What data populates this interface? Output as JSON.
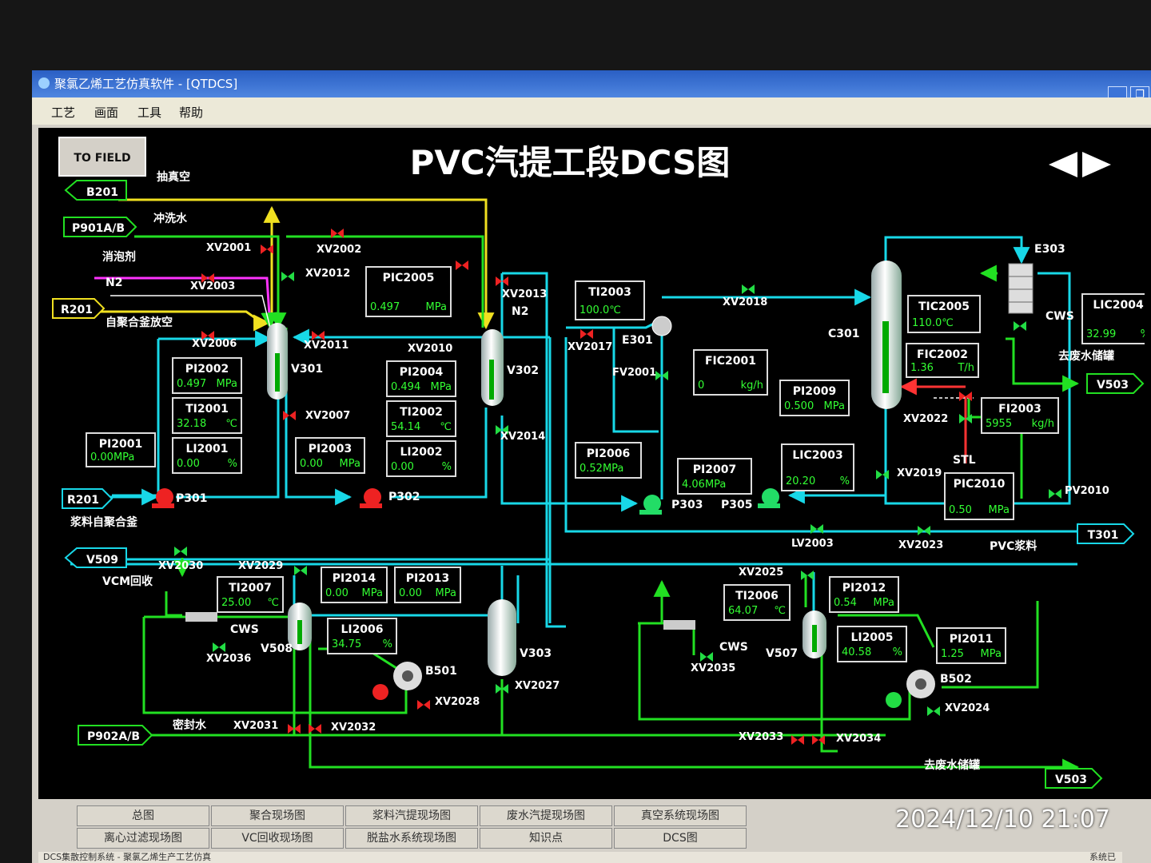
{
  "window": {
    "title": "聚氯乙烯工艺仿真软件 - [QTDCS]",
    "menu": [
      "工艺",
      "画面",
      "工具",
      "帮助"
    ]
  },
  "page": {
    "title": "PVC汽提工段DCS图",
    "to_field_button": "TO FIELD"
  },
  "terminals": {
    "b201": "B201",
    "p901": "P901A/B",
    "r201_top": "R201",
    "r201_bottom": "R201",
    "v509": "V509",
    "p902": "P902A/B",
    "v503_right": "V503",
    "t301": "T301",
    "v503_bottom": "V503"
  },
  "stream_labels": {
    "vacuum": "抽真空",
    "flush_water": "冲洗水",
    "defoamer": "消泡剂",
    "n2_left": "N2",
    "vent_from_reactor": "自聚合釜放空",
    "n2_v302": "N2",
    "slurry_from_reactor": "浆料自聚合釜",
    "vcm_recovery": "VCM回收",
    "seal_water": "密封水",
    "to_wastewater_top": "去废水储罐",
    "pvc_slurry": "PVC浆料",
    "to_wastewater_bottom": "去废水储罐",
    "cws_c301": "CWS",
    "cws_v508": "CWS",
    "cws_v507": "CWS",
    "stl": "STL"
  },
  "equipment": {
    "v301": "V301",
    "v302": "V302",
    "v303": "V303",
    "e301": "E301",
    "e303": "E303",
    "c301": "C301",
    "v508": "V508",
    "v507": "V507",
    "p301": "P301",
    "p302": "P302",
    "p303": "P303",
    "p305": "P305",
    "b501": "B501",
    "b502": "B502"
  },
  "valves": {
    "xv2001": "XV2001",
    "xv2002": "XV2002",
    "xv2003": "XV2003",
    "xv2006": "XV2006",
    "xv2007": "XV2007",
    "xv2010": "XV2010",
    "xv2011": "XV2011",
    "xv2012": "XV2012",
    "xv2013": "XV2013",
    "xv2014": "XV2014",
    "xv2017": "XV2017",
    "xv2018": "XV2018",
    "fv2001": "FV2001",
    "xv2019": "XV2019",
    "xv2022": "XV2022",
    "lv2003": "LV2003",
    "xv2023": "XV2023",
    "pv2010": "PV2010",
    "xv2025": "XV2025",
    "xv2029": "XV2029",
    "xv2030": "XV2030",
    "xv2036": "XV2036",
    "xv2035": "XV2035",
    "xv2027": "XV2027",
    "xv2028": "XV2028",
    "xv2024": "XV2024",
    "xv2031": "XV2031",
    "xv2032": "XV2032",
    "xv2033": "XV2033",
    "xv2034": "XV2034"
  },
  "instruments": {
    "pic2005": {
      "tag": "PIC2005",
      "value": "0.497",
      "unit": "MPa"
    },
    "pi2002": {
      "tag": "PI2002",
      "value": "0.497",
      "unit": "MPa"
    },
    "ti2001": {
      "tag": "TI2001",
      "value": "32.18",
      "unit": "℃"
    },
    "li2001": {
      "tag": "LI2001",
      "value": "0.00",
      "unit": "%"
    },
    "pi2001": {
      "tag": "PI2001",
      "value": "0.00MPa"
    },
    "pi2003": {
      "tag": "PI2003",
      "value": "0.00",
      "unit": "MPa"
    },
    "pi2004": {
      "tag": "PI2004",
      "value": "0.494",
      "unit": "MPa"
    },
    "ti2002": {
      "tag": "TI2002",
      "value": "54.14",
      "unit": "℃"
    },
    "li2002": {
      "tag": "LI2002",
      "value": "0.00",
      "unit": "%"
    },
    "ti2003": {
      "tag": "TI2003",
      "value": "100.0℃"
    },
    "fic2001": {
      "tag": "FIC2001",
      "value": "0",
      "unit": "kg/h"
    },
    "pi2006": {
      "tag": "PI2006",
      "value": "0.52MPa"
    },
    "pi2007": {
      "tag": "PI2007",
      "value": "4.06MPa"
    },
    "pi2009": {
      "tag": "PI2009",
      "value": "0.500",
      "unit": "MPa"
    },
    "lic2003": {
      "tag": "LIC2003",
      "value": "20.20",
      "unit": "%"
    },
    "tic2005": {
      "tag": "TIC2005",
      "value": "110.0℃"
    },
    "fic2002": {
      "tag": "FIC2002",
      "value": "1.36",
      "unit": "T/h"
    },
    "lic2004": {
      "tag": "LIC2004",
      "value": "32.99",
      "unit": "%"
    },
    "fi2003": {
      "tag": "FI2003",
      "value": "5955",
      "unit": "kg/h"
    },
    "pic2010": {
      "tag": "PIC2010",
      "value": "0.50",
      "unit": "MPa"
    },
    "ti2007": {
      "tag": "TI2007",
      "value": "25.00",
      "unit": "℃"
    },
    "pi2014": {
      "tag": "PI2014",
      "value": "0.00",
      "unit": "MPa"
    },
    "pi2013": {
      "tag": "PI2013",
      "value": "0.00",
      "unit": "MPa"
    },
    "li2006": {
      "tag": "LI2006",
      "value": "34.75",
      "unit": "%"
    },
    "ti2006": {
      "tag": "TI2006",
      "value": "64.07",
      "unit": "℃"
    },
    "pi2012": {
      "tag": "PI2012",
      "value": "0.54",
      "unit": "MPa"
    },
    "li2005": {
      "tag": "LI2005",
      "value": "40.58",
      "unit": "%"
    },
    "pi2011": {
      "tag": "PI2011",
      "value": "1.25",
      "unit": "MPa"
    }
  },
  "tabs": [
    "总图",
    "聚合现场图",
    "浆料汽提现场图",
    "废水汽提现场图",
    "真空系统现场图",
    "离心过滤现场图",
    "VC回收现场图",
    "脱盐水系统现场图",
    "知识点",
    "DCS图"
  ],
  "status_text": "DCS集散控制系统 - 聚氯乙烯生产工艺仿真",
  "status_right": "系统已",
  "timestamp": "2024/12/10 21:07",
  "colors": {
    "pipe_cyan": "#18d8e8",
    "pipe_green": "#22e022",
    "pipe_yellow": "#f0e020",
    "pipe_magenta": "#ff33ff",
    "valve_red": "#ee2222",
    "valve_green": "#22dd44"
  }
}
